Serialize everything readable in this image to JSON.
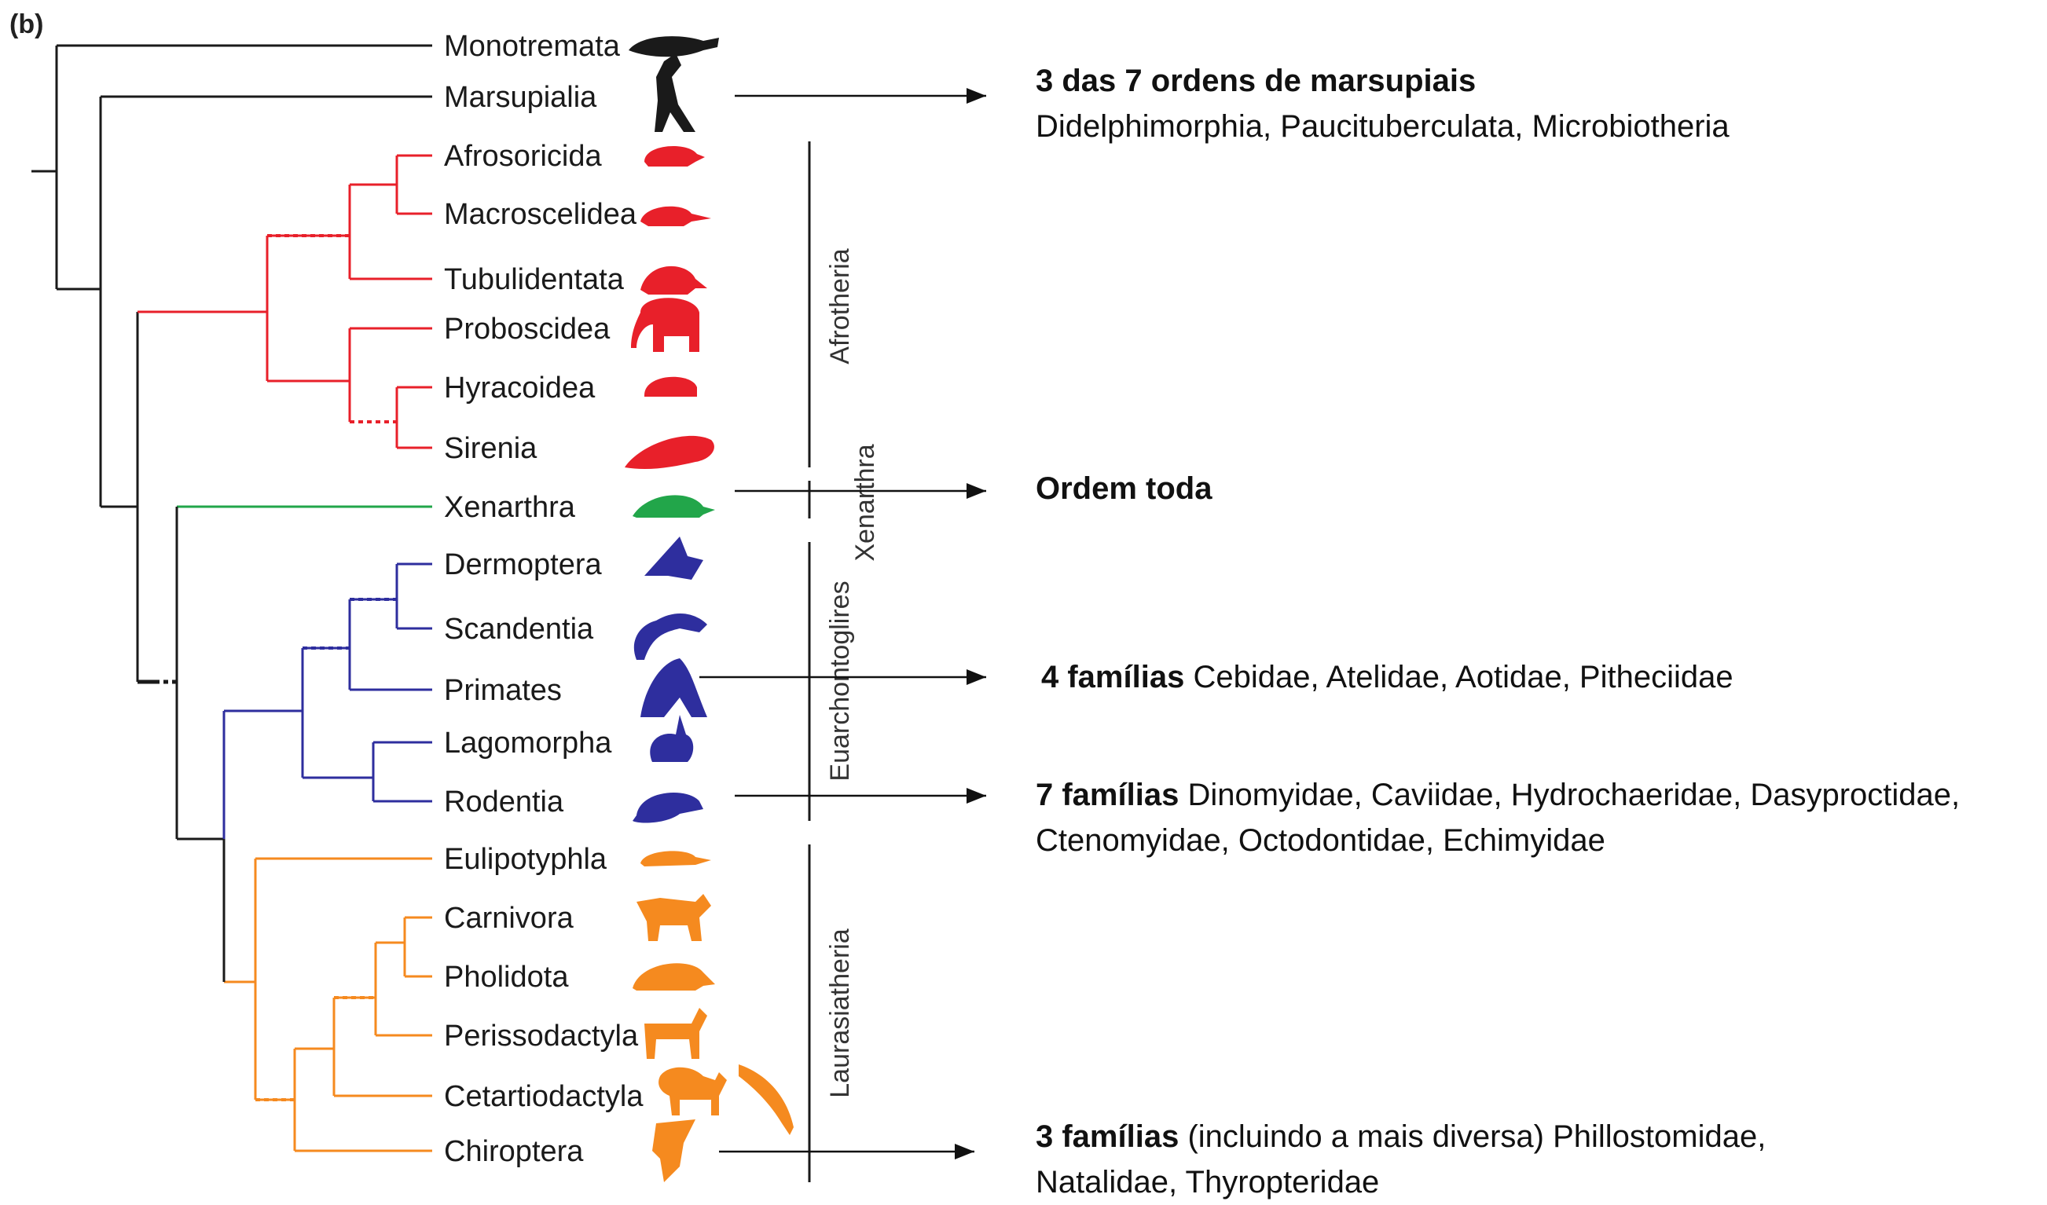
{
  "panel_label": "(b)",
  "colors": {
    "black": "#1a1a1a",
    "afrotheria": "#e8202a",
    "xenarthra": "#22a64a",
    "euarchontoglires": "#2e2e9e",
    "laurasiatheria": "#f58a1f"
  },
  "taxa": [
    {
      "label": "Monotremata",
      "group": "black",
      "icon": "platypus-icon"
    },
    {
      "label": "Marsupialia",
      "group": "black",
      "icon": "kangaroo-icon"
    },
    {
      "label": "Afrosoricida",
      "group": "afrotheria",
      "icon": "tenrec-icon"
    },
    {
      "label": "Macroscelidea",
      "group": "afrotheria",
      "icon": "elephant-shrew-icon"
    },
    {
      "label": "Tubulidentata",
      "group": "afrotheria",
      "icon": "aardvark-icon"
    },
    {
      "label": "Proboscidea",
      "group": "afrotheria",
      "icon": "elephant-icon"
    },
    {
      "label": "Hyracoidea",
      "group": "afrotheria",
      "icon": "hyrax-icon"
    },
    {
      "label": "Sirenia",
      "group": "afrotheria",
      "icon": "manatee-icon"
    },
    {
      "label": "Xenarthra",
      "group": "xenarthra",
      "icon": "armadillo-icon"
    },
    {
      "label": "Dermoptera",
      "group": "euarchontoglires",
      "icon": "colugo-icon"
    },
    {
      "label": "Scandentia",
      "group": "euarchontoglires",
      "icon": "treeshrew-icon"
    },
    {
      "label": "Primates",
      "group": "euarchontoglires",
      "icon": "primate-icon"
    },
    {
      "label": "Lagomorpha",
      "group": "euarchontoglires",
      "icon": "rabbit-icon"
    },
    {
      "label": "Rodentia",
      "group": "euarchontoglires",
      "icon": "rodent-icon"
    },
    {
      "label": "Eulipotyphla",
      "group": "laurasiatheria",
      "icon": "shrew-icon"
    },
    {
      "label": "Carnivora",
      "group": "laurasiatheria",
      "icon": "big-cat-icon"
    },
    {
      "label": "Pholidota",
      "group": "laurasiatheria",
      "icon": "pangolin-icon"
    },
    {
      "label": "Perissodactyla",
      "group": "laurasiatheria",
      "icon": "horse-icon"
    },
    {
      "label": "Cetartiodactyla",
      "group": "laurasiatheria",
      "icon": "camel-dolphin-icon"
    },
    {
      "label": "Chiroptera",
      "group": "laurasiatheria",
      "icon": "bat-icon"
    }
  ],
  "clades": {
    "afrotheria": "Afrotheria",
    "xenarthra": "Xenarthra",
    "euarchontoglires": "Euarchontoglires",
    "laurasiatheria": "Laurasiatheria"
  },
  "notes": {
    "marsupialia": {
      "bold": "3 das 7 ordens de marsupiais",
      "line2": "Didelphimorphia, Paucituberculata, Microbiotheria"
    },
    "xenarthra": {
      "bold": "Ordem toda"
    },
    "primates": {
      "bold": "4 famílias",
      "rest": " Cebidae, Atelidae, Aotidae, Pitheciidae"
    },
    "rodentia": {
      "bold": "7 famílias",
      "rest": " Dinomyidae, Caviidae, Hydrochaeridae, Dasyproctidae,",
      "line2": "Ctenomyidae, Octodontidae, Echimyidae"
    },
    "chiroptera": {
      "bold": "3 famílias",
      "rest": " (incluindo a mais diversa) Phillostomidae,",
      "line2": "Natalidae, Thyropteridae"
    }
  }
}
